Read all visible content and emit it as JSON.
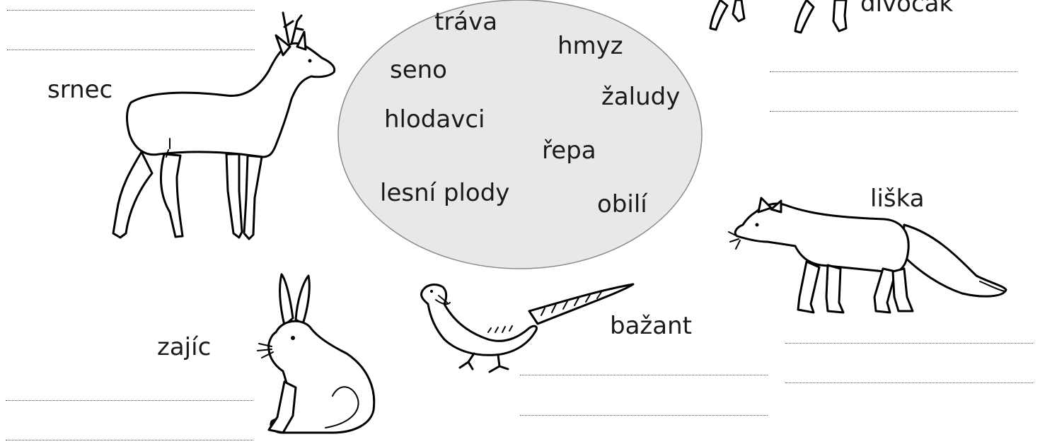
{
  "animals": {
    "roe_deer": "srnec",
    "boar": "divočák",
    "fox": "liška",
    "hare": "zajíc",
    "pheasant": "bažant"
  },
  "food_words": {
    "w1": "tráva",
    "w2": "hmyz",
    "w3": "seno",
    "w4": "žaludy",
    "w5": "hlodavci",
    "w6": "řepa",
    "w7": "lesní plody",
    "w8": "obilí"
  },
  "colors": {
    "bubble_fill": "#e8e8e8",
    "bubble_stroke": "#8a8a8a",
    "text": "#1a1a1a"
  }
}
